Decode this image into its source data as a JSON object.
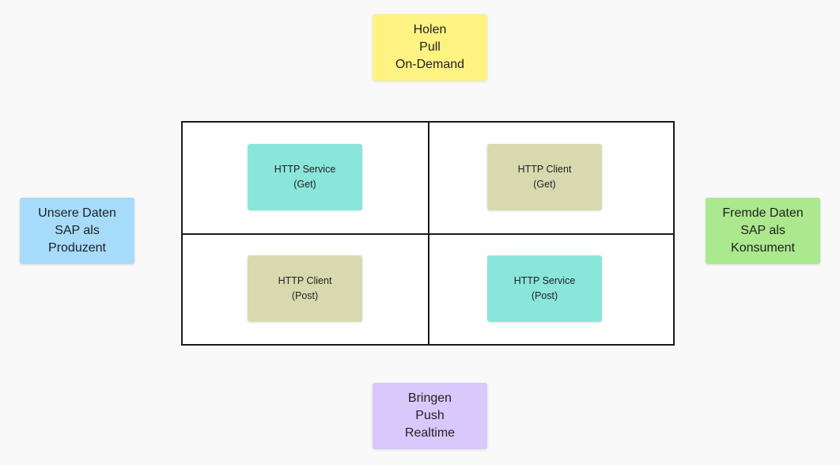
{
  "colors": {
    "background": "#f9f9f9",
    "yellow": "#fef283",
    "purple": "#d9c8fb",
    "blue": "#a6dcfa",
    "green": "#abe88e",
    "teal": "#8ae6da",
    "khaki": "#d9d9b0"
  },
  "top_note": {
    "lines": [
      "Holen",
      "Pull",
      "On-Demand"
    ],
    "color": "yellow"
  },
  "bottom_note": {
    "lines": [
      "Bringen",
      "Push",
      "Realtime"
    ],
    "color": "purple"
  },
  "left_note": {
    "lines": [
      "Unsere Daten",
      "SAP als",
      "Produzent"
    ],
    "color": "blue"
  },
  "right_note": {
    "lines": [
      "Fremde Daten",
      "SAP als",
      "Konsument"
    ],
    "color": "green"
  },
  "matrix": {
    "cells": [
      {
        "lines": [
          "HTTP Service",
          "(Get)"
        ],
        "color": "teal"
      },
      {
        "lines": [
          "HTTP Client",
          "(Get)"
        ],
        "color": "khaki"
      },
      {
        "lines": [
          "HTTP Client",
          "(Post)"
        ],
        "color": "khaki"
      },
      {
        "lines": [
          "HTTP Service",
          "(Post)"
        ],
        "color": "teal"
      }
    ]
  }
}
